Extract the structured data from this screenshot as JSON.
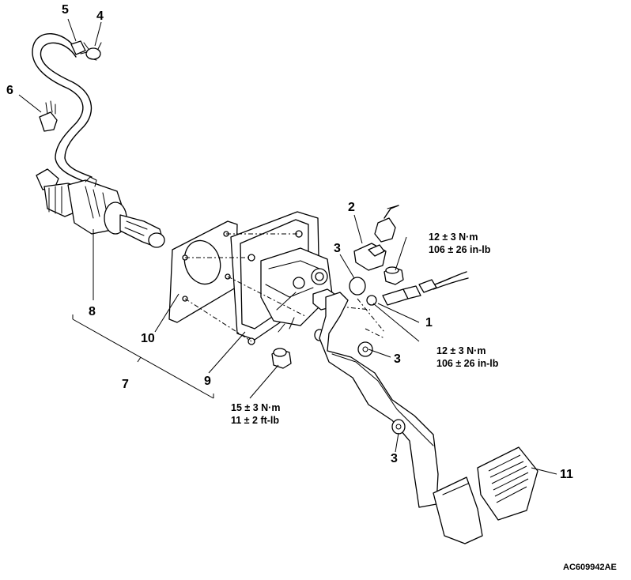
{
  "callouts": {
    "c1": "1",
    "c2": "2",
    "c3a": "3",
    "c3b": "3",
    "c3c": "3",
    "c4": "4",
    "c5": "5",
    "c6": "6",
    "c7": "7",
    "c8": "8",
    "c9": "9",
    "c10": "10",
    "c11": "11"
  },
  "torques": {
    "t_switch_nut_nm": "12 ± 3 N·m",
    "t_switch_nut_inlb": "106 ± 26 in-lb",
    "t_switch_1_nm": "12 ± 3 N·m",
    "t_switch_1_inlb": "106 ± 26 in-lb",
    "t_bracket_nm": "15 ± 3 N·m",
    "t_bracket_ftlb": "11 ± 2 ft-lb"
  },
  "figure_code": "AC609942AE"
}
